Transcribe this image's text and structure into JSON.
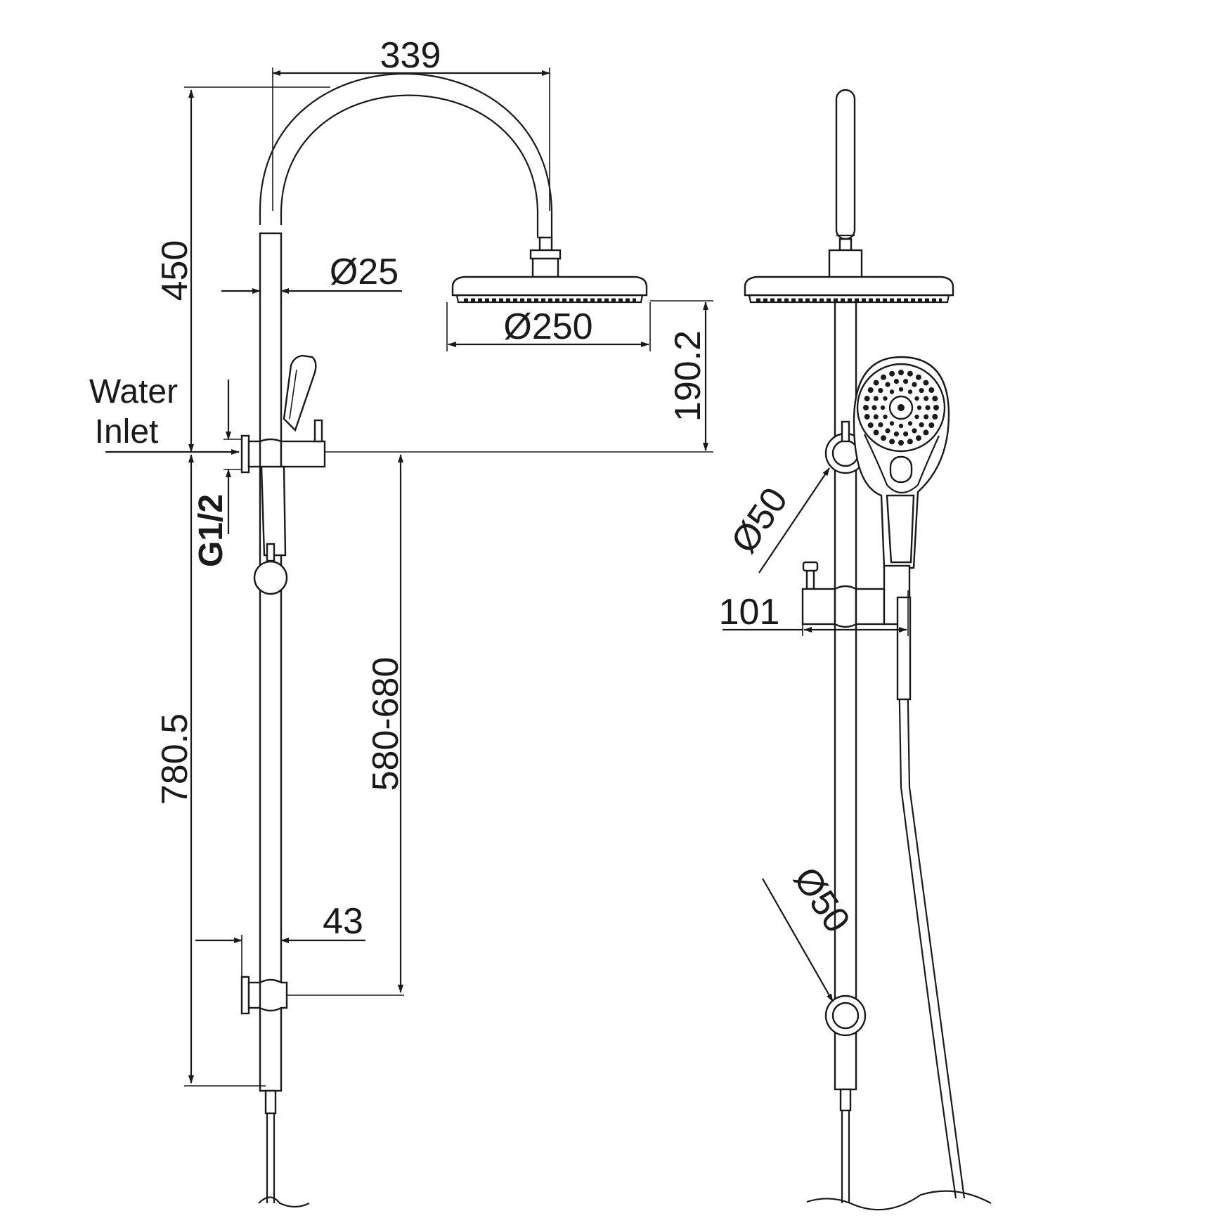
{
  "dimensions": {
    "arm_reach": "339",
    "height_top": "450",
    "rail_diameter": "Ø25",
    "rain_head_diameter": "Ø250",
    "head_drop": "190.2",
    "bracket_spacing": "580-680",
    "lower_height": "780.5",
    "wall_offset": "43",
    "handset_diameter": "Ø50",
    "knob_diameter": "Ø50",
    "holder_depth": "101"
  },
  "labels": {
    "water_inlet_line1": "Water",
    "water_inlet_line2": "Inlet",
    "thread_size": "G1/2"
  }
}
